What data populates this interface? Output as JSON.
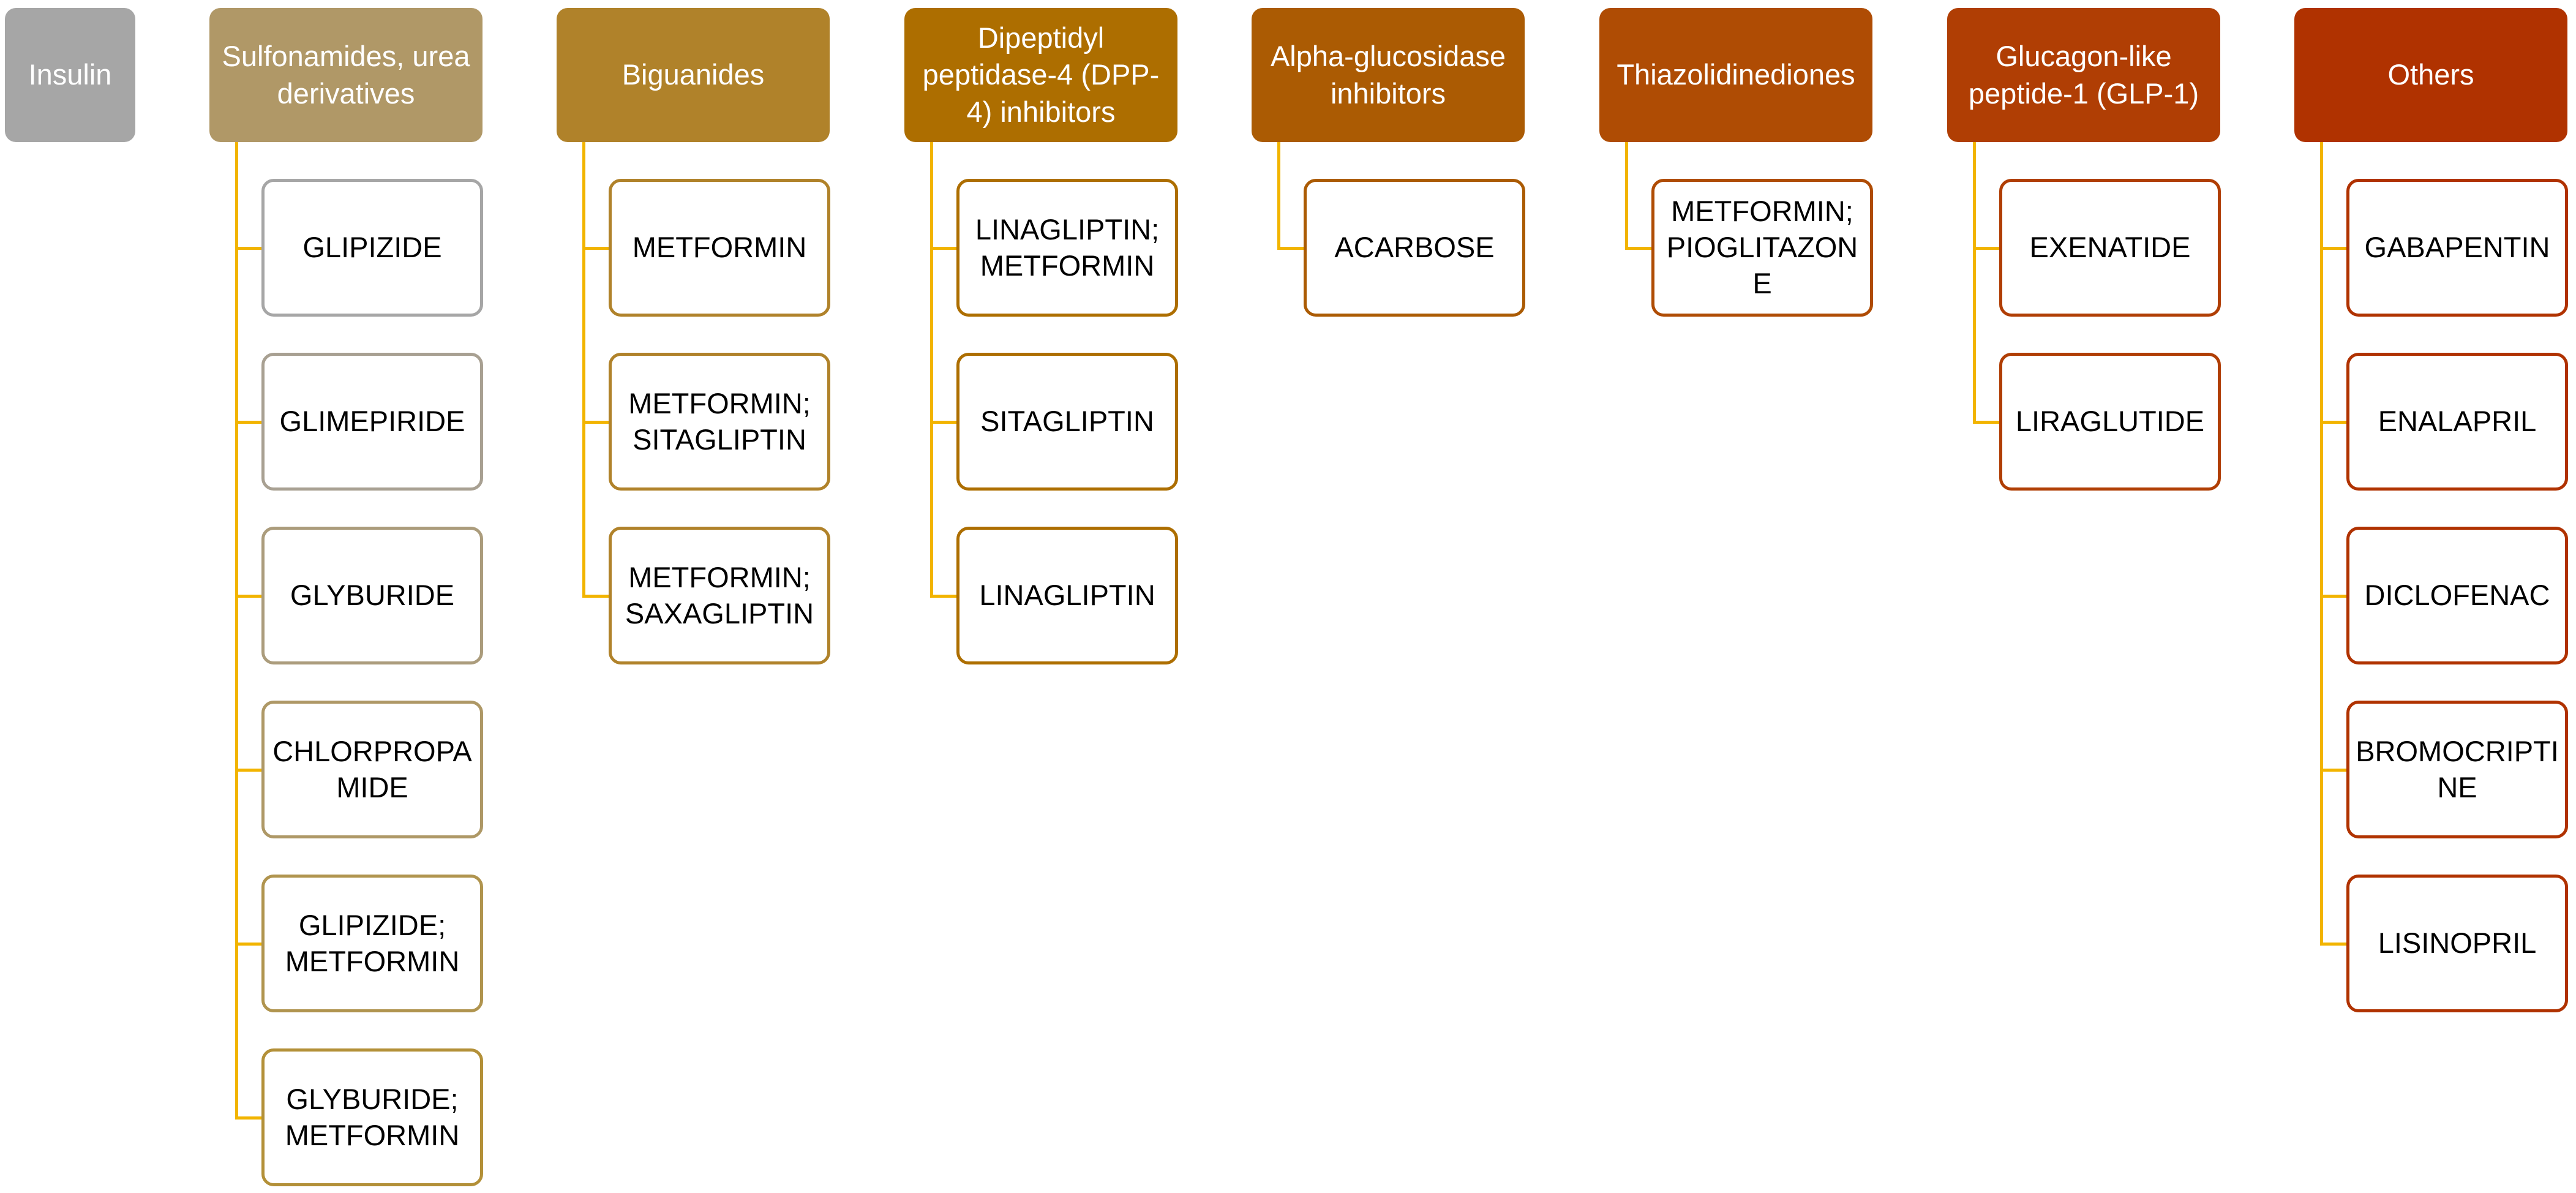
{
  "diagram": {
    "connector_color": "#f2b400",
    "categories": [
      {
        "label": "Insulin",
        "color": "#a6a6a6",
        "border": "#a6a6a6",
        "children": []
      },
      {
        "label": "Sulfonamides, urea derivatives",
        "color": "#b09867",
        "border": "#b09867",
        "child_borders": [
          "#a6a6a6",
          "#a8a092",
          "#ab9c7c",
          "#ae9866",
          "#b0944e",
          "#b39038"
        ],
        "children": [
          "GLIPIZIDE",
          "GLIMEPIRIDE",
          "GLYBURIDE",
          "CHLORPROPAMIDE",
          "GLIPIZIDE; METFORMIN",
          "GLYBURIDE; METFORMIN"
        ]
      },
      {
        "label": "Biguanides",
        "color": "#b0822a",
        "border": "#b0822a",
        "children": [
          "METFORMIN",
          "METFORMIN; SITAGLIPTIN",
          "METFORMIN; SAXAGLIPTIN"
        ]
      },
      {
        "label": "Dipeptidyl peptidase-4 (DPP-4) inhibitors",
        "color": "#ad6e00",
        "border": "#ad6e00",
        "children": [
          "LINAGLIPTIN; METFORMIN",
          "SITAGLIPTIN",
          "LINAGLIPTIN"
        ]
      },
      {
        "label": "Alpha-glucosidase inhibitors",
        "color": "#ab5b03",
        "border": "#ab5b03",
        "children": [
          "ACARBOSE"
        ]
      },
      {
        "label": "Thiazolidinediones",
        "color": "#af4c04",
        "border": "#af4c04",
        "children": [
          "METFORMIN; PIOGLITAZONE"
        ]
      },
      {
        "label": "Glucagon-like peptide-1 (GLP-1)",
        "color": "#b03e04",
        "border": "#b03e04",
        "children": [
          "EXENATIDE",
          "LIRAGLUTIDE"
        ]
      },
      {
        "label": "Others",
        "color": "#b03200",
        "border": "#b03200",
        "children": [
          "GABAPENTIN",
          "ENALAPRIL",
          "DICLOFENAC",
          "BROMOCRIPTINE",
          "LISINOPRIL"
        ]
      }
    ]
  }
}
